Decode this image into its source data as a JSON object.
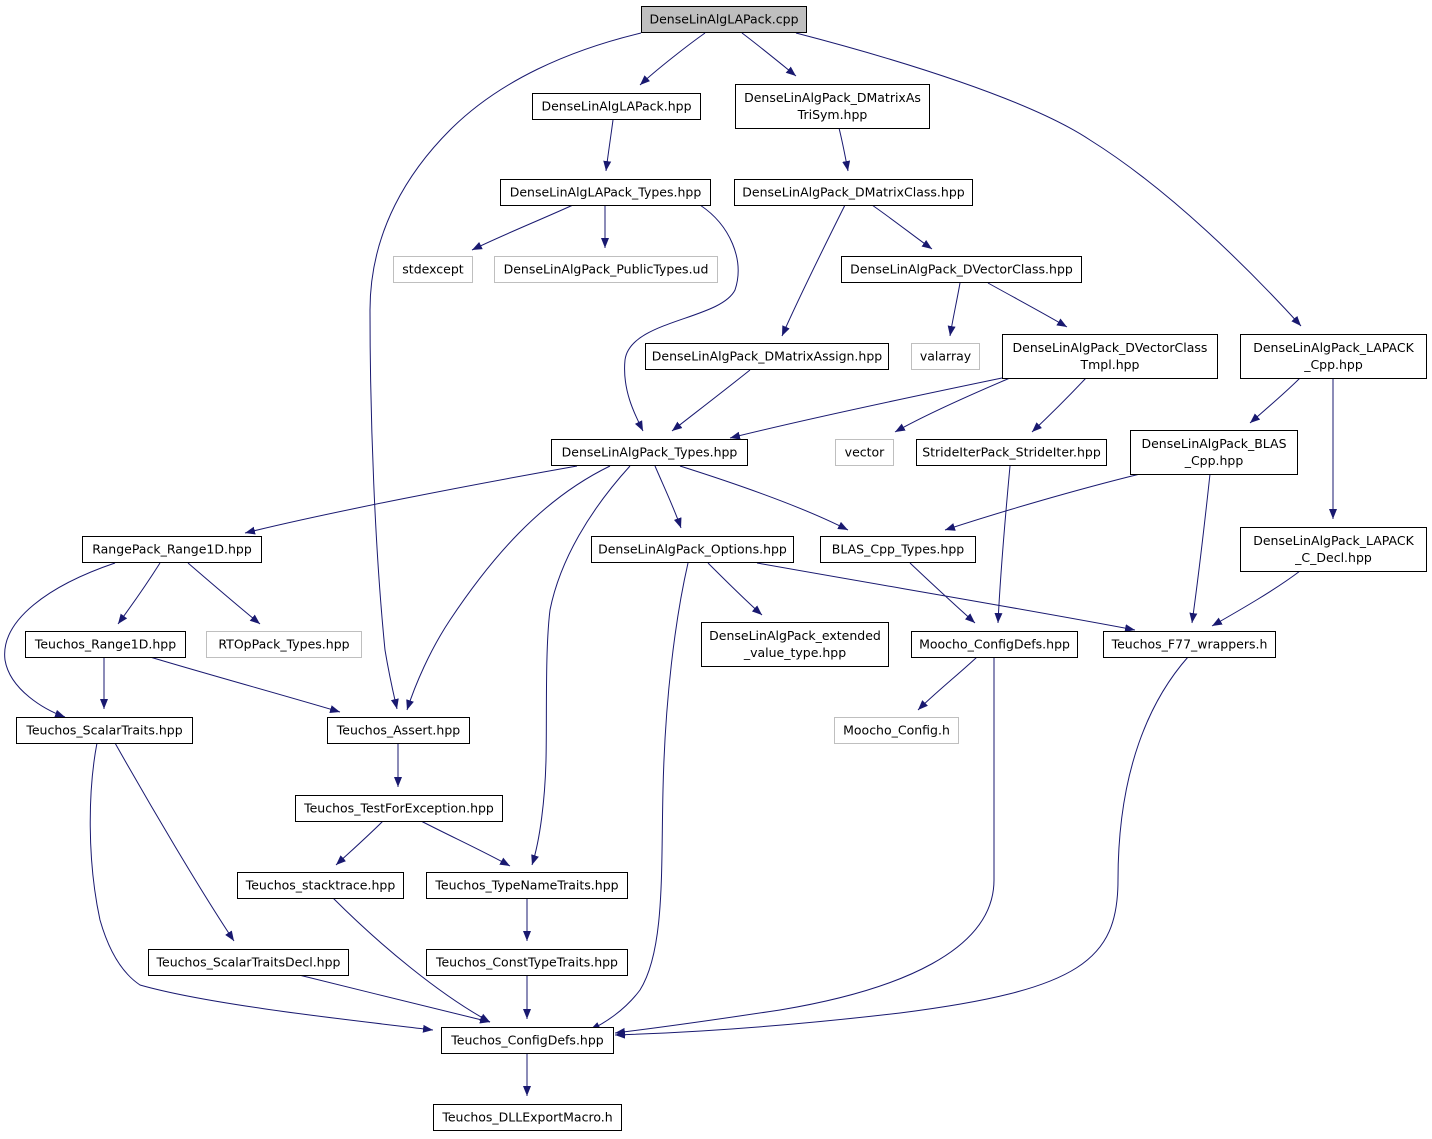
{
  "diagram": {
    "colors": {
      "edge": "#191970",
      "root_fill": "#bfbfbf",
      "node_stroke": "#000000",
      "external_stroke": "#bfbfbf",
      "node_fill": "#ffffff"
    },
    "nodes": [
      {
        "id": "root",
        "lines": [
          "DenseLinAlgLAPack.cpp"
        ],
        "style": "root"
      },
      {
        "id": "dlalp_hpp",
        "lines": [
          "DenseLinAlgLAPack.hpp"
        ],
        "style": "normal"
      },
      {
        "id": "dlap_dmats",
        "lines": [
          "DenseLinAlgPack_DMatrixAs",
          "TriSym.hpp"
        ],
        "style": "normal"
      },
      {
        "id": "dlalp_types",
        "lines": [
          "DenseLinAlgLAPack_Types.hpp"
        ],
        "style": "normal"
      },
      {
        "id": "dlap_dmatclass",
        "lines": [
          "DenseLinAlgPack_DMatrixClass.hpp"
        ],
        "style": "normal"
      },
      {
        "id": "stdexcept",
        "lines": [
          "stdexcept"
        ],
        "style": "external"
      },
      {
        "id": "publictypes",
        "lines": [
          "DenseLinAlgPack_PublicTypes.ud"
        ],
        "style": "external"
      },
      {
        "id": "dvecclass",
        "lines": [
          "DenseLinAlgPack_DVectorClass.hpp"
        ],
        "style": "normal"
      },
      {
        "id": "dmatassign",
        "lines": [
          "DenseLinAlgPack_DMatrixAssign.hpp"
        ],
        "style": "normal"
      },
      {
        "id": "valarray",
        "lines": [
          "valarray"
        ],
        "style": "external"
      },
      {
        "id": "dvectmpl",
        "lines": [
          "DenseLinAlgPack_DVectorClass",
          "Tmpl.hpp"
        ],
        "style": "normal"
      },
      {
        "id": "lapack_cpp",
        "lines": [
          "DenseLinAlgPack_LAPACK",
          "_Cpp.hpp"
        ],
        "style": "normal"
      },
      {
        "id": "dlap_types",
        "lines": [
          "DenseLinAlgPack_Types.hpp"
        ],
        "style": "normal"
      },
      {
        "id": "vector",
        "lines": [
          "vector"
        ],
        "style": "external"
      },
      {
        "id": "strideiter",
        "lines": [
          "StrideIterPack_StrideIter.hpp"
        ],
        "style": "normal"
      },
      {
        "id": "blas_cpp",
        "lines": [
          "DenseLinAlgPack_BLAS",
          "_Cpp.hpp"
        ],
        "style": "normal"
      },
      {
        "id": "range1d",
        "lines": [
          "RangePack_Range1D.hpp"
        ],
        "style": "normal"
      },
      {
        "id": "options",
        "lines": [
          "DenseLinAlgPack_Options.hpp"
        ],
        "style": "normal"
      },
      {
        "id": "blas_types",
        "lines": [
          "BLAS_Cpp_Types.hpp"
        ],
        "style": "normal"
      },
      {
        "id": "lapack_c",
        "lines": [
          "DenseLinAlgPack_LAPACK",
          "_C_Decl.hpp"
        ],
        "style": "normal"
      },
      {
        "id": "t_range1d",
        "lines": [
          "Teuchos_Range1D.hpp"
        ],
        "style": "normal"
      },
      {
        "id": "rtop",
        "lines": [
          "RTOpPack_Types.hpp"
        ],
        "style": "external"
      },
      {
        "id": "extended",
        "lines": [
          "DenseLinAlgPack_extended",
          "_value_type.hpp"
        ],
        "style": "normal"
      },
      {
        "id": "moocho_cfg",
        "lines": [
          "Moocho_ConfigDefs.hpp"
        ],
        "style": "normal"
      },
      {
        "id": "f77",
        "lines": [
          "Teuchos_F77_wrappers.h"
        ],
        "style": "normal"
      },
      {
        "id": "scalartraits",
        "lines": [
          "Teuchos_ScalarTraits.hpp"
        ],
        "style": "normal"
      },
      {
        "id": "assert",
        "lines": [
          "Teuchos_Assert.hpp"
        ],
        "style": "normal"
      },
      {
        "id": "moocho_config_h",
        "lines": [
          "Moocho_Config.h"
        ],
        "style": "external"
      },
      {
        "id": "testforexc",
        "lines": [
          "Teuchos_TestForException.hpp"
        ],
        "style": "normal"
      },
      {
        "id": "stacktrace",
        "lines": [
          "Teuchos_stacktrace.hpp"
        ],
        "style": "normal"
      },
      {
        "id": "typename",
        "lines": [
          "Teuchos_TypeNameTraits.hpp"
        ],
        "style": "normal"
      },
      {
        "id": "scalardecl",
        "lines": [
          "Teuchos_ScalarTraitsDecl.hpp"
        ],
        "style": "normal"
      },
      {
        "id": "consttype",
        "lines": [
          "Teuchos_ConstTypeTraits.hpp"
        ],
        "style": "normal"
      },
      {
        "id": "t_configdefs",
        "lines": [
          "Teuchos_ConfigDefs.hpp"
        ],
        "style": "normal"
      },
      {
        "id": "dllexport",
        "lines": [
          "Teuchos_DLLExportMacro.h"
        ],
        "style": "normal"
      }
    ]
  }
}
